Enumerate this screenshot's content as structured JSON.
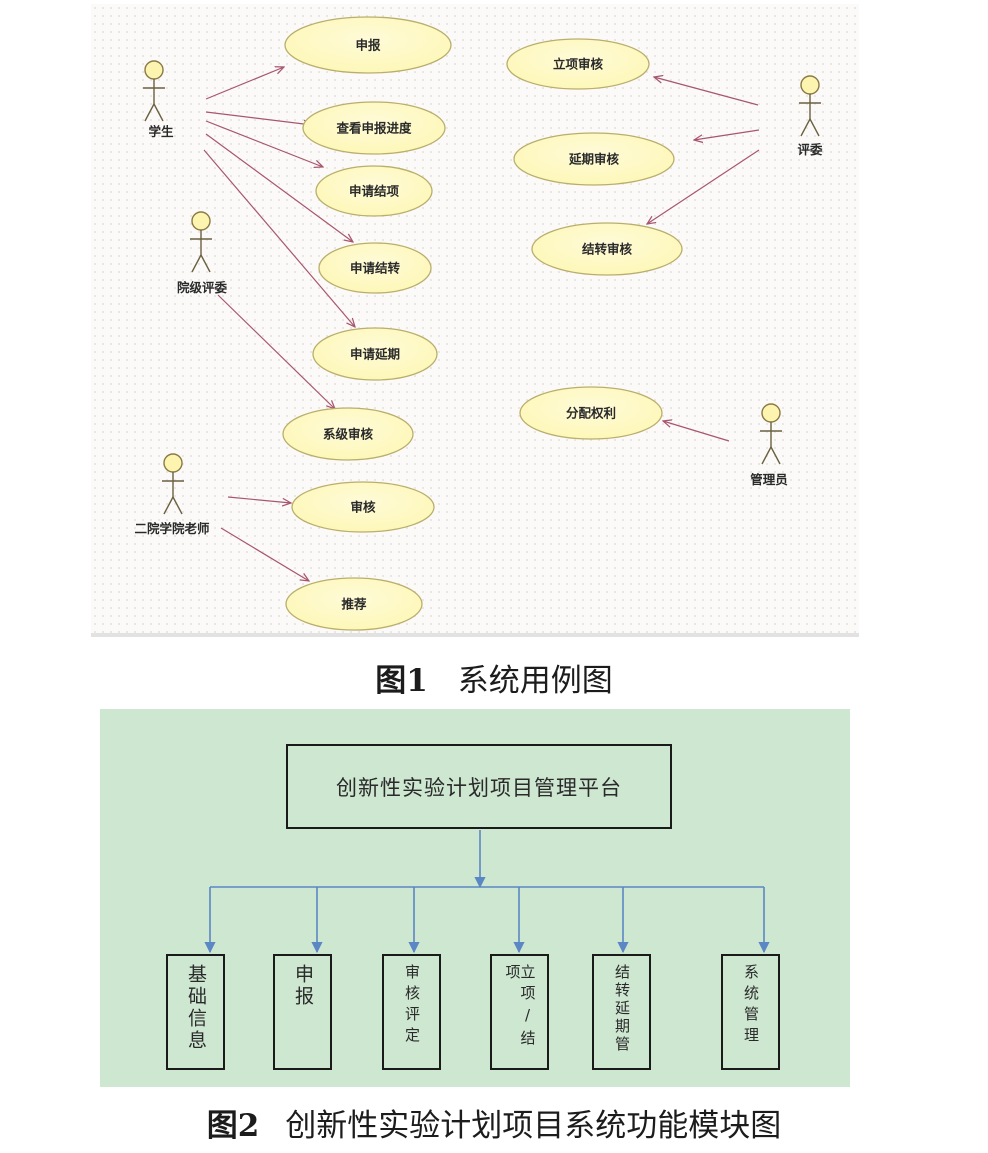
{
  "figure1": {
    "caption_number": "图1",
    "caption_title": "系统用例图",
    "actors": [
      {
        "id": "student",
        "label": "学生"
      },
      {
        "id": "college_judge",
        "label": "院级评委"
      },
      {
        "id": "teacher",
        "label": "二院学院老师"
      },
      {
        "id": "judge",
        "label": "评委"
      },
      {
        "id": "admin",
        "label": "管理员"
      }
    ],
    "use_cases": [
      {
        "id": "uc_apply",
        "label": "申报"
      },
      {
        "id": "uc_progress",
        "label": "查看申报进度"
      },
      {
        "id": "uc_close",
        "label": "申请结项"
      },
      {
        "id": "uc_carry",
        "label": "申请结转"
      },
      {
        "id": "uc_delay",
        "label": "申请延期"
      },
      {
        "id": "uc_dept_review",
        "label": "系级审核"
      },
      {
        "id": "uc_review",
        "label": "审核"
      },
      {
        "id": "uc_recommend",
        "label": "推荐"
      },
      {
        "id": "uc_project_review",
        "label": "立项审核"
      },
      {
        "id": "uc_delay_review",
        "label": "延期审核"
      },
      {
        "id": "uc_carry_review",
        "label": "结转审核"
      },
      {
        "id": "uc_assign",
        "label": "分配权利"
      }
    ],
    "associations": [
      {
        "from": "student",
        "to": "uc_apply"
      },
      {
        "from": "student",
        "to": "uc_progress"
      },
      {
        "from": "student",
        "to": "uc_close"
      },
      {
        "from": "student",
        "to": "uc_carry"
      },
      {
        "from": "student",
        "to": "uc_delay"
      },
      {
        "from": "college_judge",
        "to": "uc_dept_review"
      },
      {
        "from": "teacher",
        "to": "uc_review"
      },
      {
        "from": "teacher",
        "to": "uc_recommend"
      },
      {
        "from": "judge",
        "to": "uc_project_review"
      },
      {
        "from": "judge",
        "to": "uc_delay_review"
      },
      {
        "from": "judge",
        "to": "uc_carry_review"
      },
      {
        "from": "admin",
        "to": "uc_assign"
      }
    ]
  },
  "figure2": {
    "caption_number": "图2",
    "caption_title": "创新性实验计划项目系统功能模块图",
    "root": "创新性实验计划项目管理平台",
    "modules": [
      {
        "label": "基础信息"
      },
      {
        "label": "申报"
      },
      {
        "label": "审核评定"
      },
      {
        "label": "立项/结项"
      },
      {
        "label": "结转延期管"
      },
      {
        "label": "系统管理"
      }
    ]
  },
  "colors": {
    "usecase_fill": "#fdf7b8",
    "usecase_stroke": "#b9ae6c",
    "association_line": "#a8566e",
    "actor_head_fill": "#fdf4b0",
    "fig2_background": "#cde7d1",
    "connector_line": "#5b87c4"
  }
}
